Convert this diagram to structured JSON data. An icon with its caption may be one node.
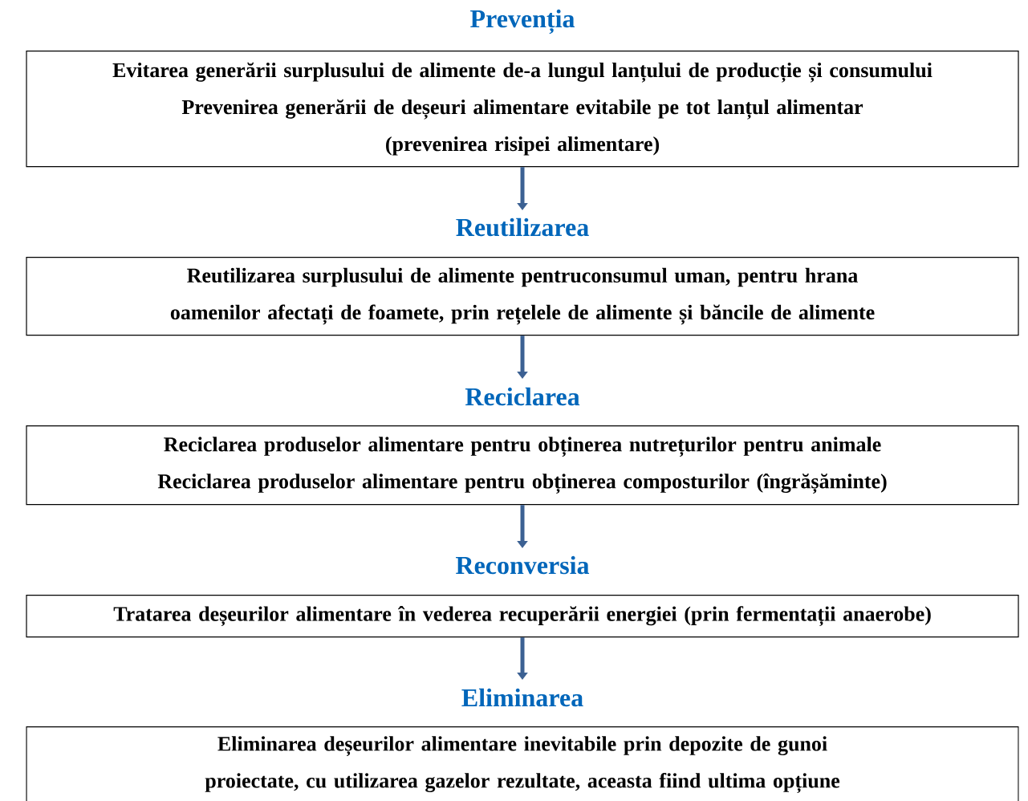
{
  "diagram": {
    "nodes": [
      {
        "text": [
          "Prevenția",
          "Evitarea generării surplusului de alimente de-a lungul lanțului de producție și consumului",
          "Prevenirea generării de deșeuri alimentare evitabile pe tot lanțul alimentar",
          "(prevenirea risipei alimentare)"
        ]
      },
      {
        "text": [
          "Reutilizarea",
          "Reutilizarea surplusului de alimente pentruconsumul uman, pentru hrana oamenilor afectați de foamete, prin rețelele de alimente și băncile de alimente"
        ]
      },
      {
        "text": [
          "Reciclarea",
          "Reciclarea produselor alimentare pentru obținerea nutrețurilor pentru animale",
          "Reciclarea produselor alimentare pentru obținerea composturilor (îngrășăminte)"
        ]
      },
      {
        "text": [
          "Reconversia",
          "Tratarea deșeurilor alimentare în vederea recuperării energiei (prin fermentații anaerobe)"
        ]
      },
      {
        "text": [
          "Eliminarea",
          "Eliminarea deșeurilor alimentare inevitabile prin depozite de gunoi proiectate, cu utilizarea gazelor rezultate,  aceasta fiind ultima opțiune"
        ]
      }
    ],
    "edges": [
      {
        "from": 0,
        "to": 1,
        "arrow": "to"
      },
      {
        "from": 1,
        "to": 2,
        "arrow": "to"
      },
      {
        "from": 2,
        "to": 3,
        "arrow": "to"
      },
      {
        "from": 3,
        "to": 4,
        "arrow": "to"
      }
    ]
  }
}
